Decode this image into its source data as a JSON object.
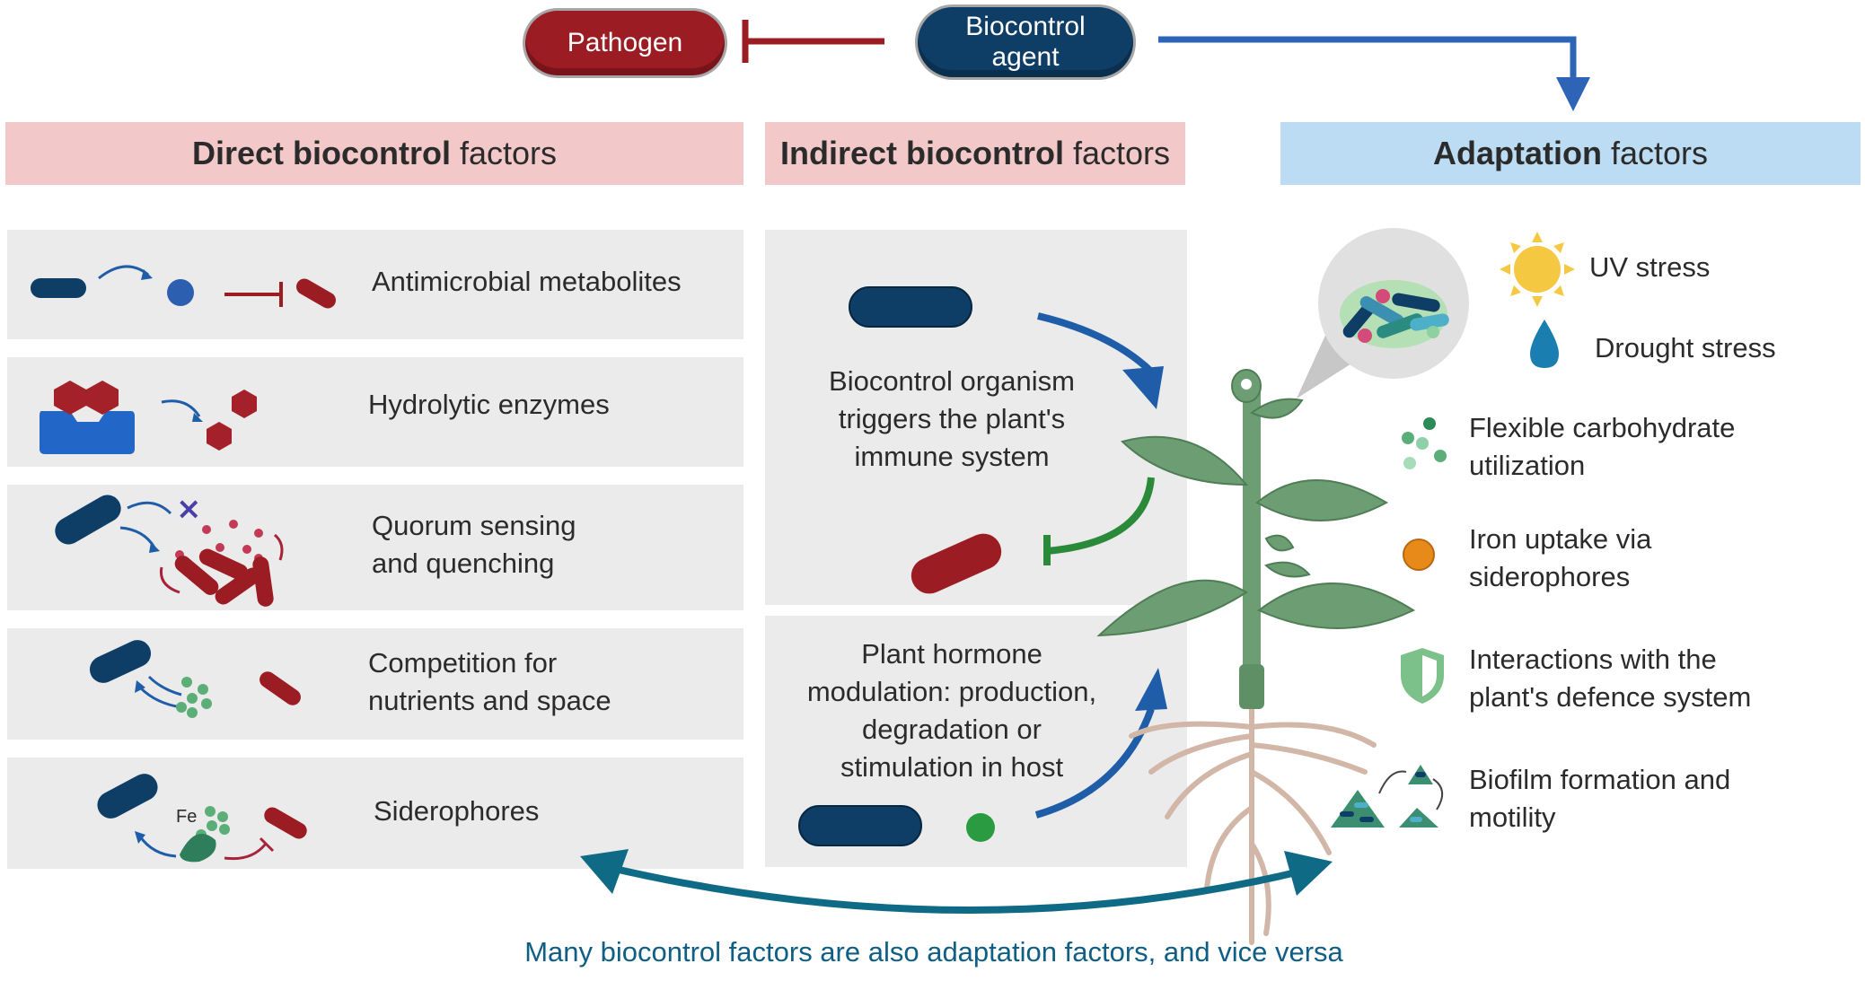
{
  "top": {
    "pathogen_label": "Pathogen",
    "agent_label": "Biocontrol\nagent"
  },
  "headers": {
    "direct": {
      "bold": "Direct biocontrol",
      "rest": "factors"
    },
    "indirect": {
      "bold": "Indirect biocontrol",
      "rest": "factors"
    },
    "adaptation": {
      "bold": "Adaptation",
      "rest": "factors"
    }
  },
  "direct_factors": [
    "Antimicrobial metabolites",
    "Hydrolytic enzymes",
    "Quorum sensing\nand quenching",
    "Competition for\nnutrients and space",
    "Siderophores"
  ],
  "indirect_factors": [
    "Biocontrol organism\ntriggers the plant's\nimmune system",
    "Plant hormone\nmodulation: production,\ndegradation or\nstimulation in host"
  ],
  "adaptation_factors": [
    "UV stress",
    "Drought stress",
    "Flexible carbohydrate\nutilization",
    "Iron uptake via\nsiderophores",
    "Interactions with the\nplant's defence system",
    "Biofilm formation and\nmotility"
  ],
  "icon_text": {
    "fe": "Fe"
  },
  "footer": "Many biocontrol factors are also adaptation factors, and vice versa",
  "colors": {
    "pathogen": "#9b1c22",
    "agent": "#0e3d66",
    "direct_header_bg": "#f3c8c9",
    "adaptation_header_bg": "#bcdcf3",
    "panel_bg": "#ebebeb",
    "arrow_blue": "#1f5da8",
    "footer_arrow": "#0f6a86",
    "inhibit_green": "#2a8a3a",
    "plant_green": "#6d9e73",
    "root": "#d2b7a8"
  }
}
